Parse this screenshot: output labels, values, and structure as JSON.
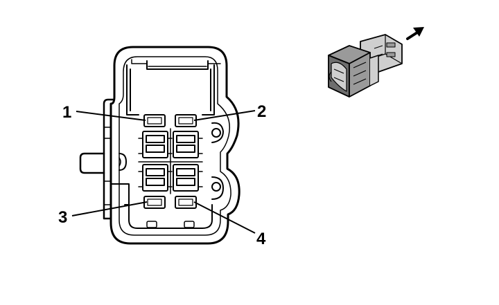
{
  "diagram": {
    "pins": [
      {
        "label": "1"
      },
      {
        "label": "2"
      },
      {
        "label": "3"
      },
      {
        "label": "4"
      }
    ]
  },
  "colors": {
    "stroke": "#000000",
    "shade_dark": "#6e6e6e",
    "shade_mid": "#9a9a9a",
    "shade_light": "#cfcfcf",
    "background": "#ffffff"
  },
  "icons": {
    "direction_arrow": "arrow-up-right-icon"
  }
}
